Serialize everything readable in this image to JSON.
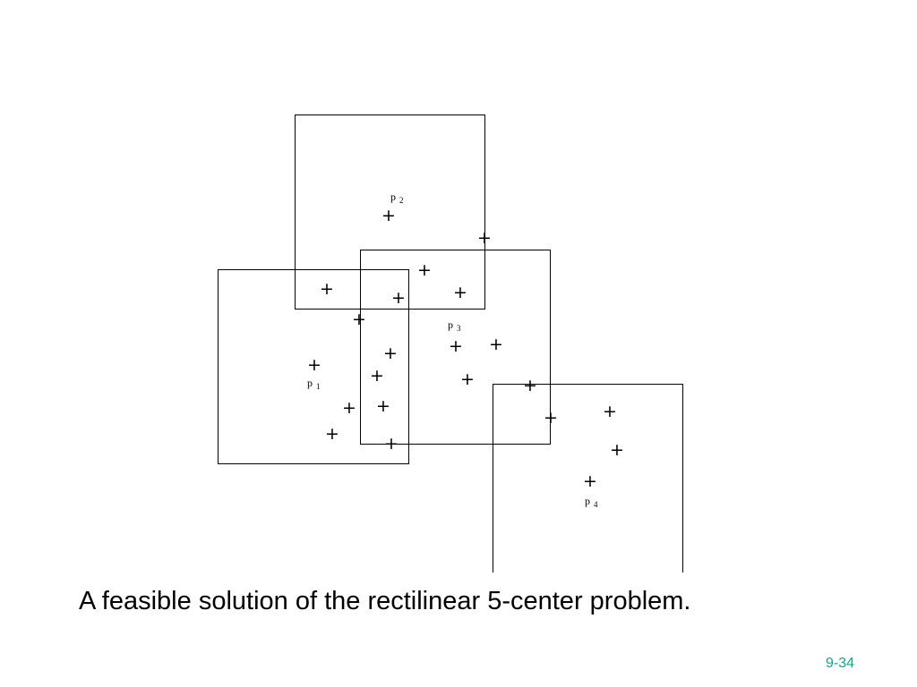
{
  "caption": "A feasible solution of the rectilinear 5-center problem.",
  "page_number": "9-34",
  "colors": {
    "page_number": "#00b088",
    "ink": "#000000"
  },
  "point_marker": "+",
  "centers": [
    {
      "letter": "p",
      "index": "1"
    },
    {
      "letter": "p",
      "index": "2"
    },
    {
      "letter": "p",
      "index": "3"
    },
    {
      "letter": "p",
      "index": "4"
    }
  ]
}
